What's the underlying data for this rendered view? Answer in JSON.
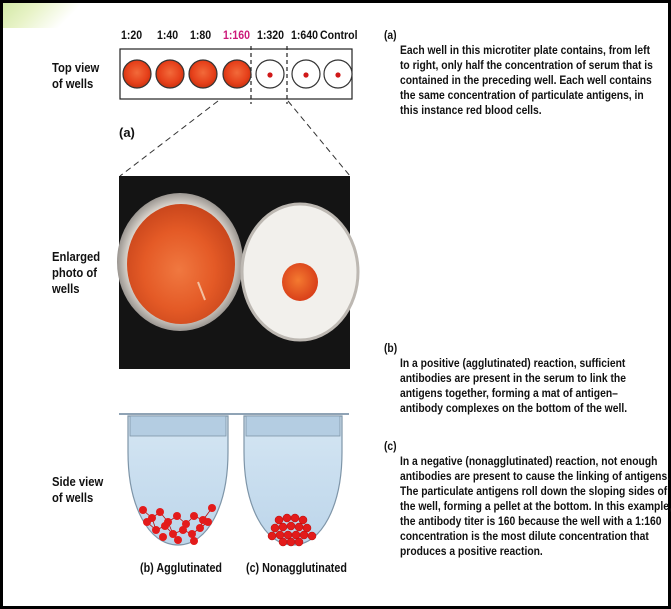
{
  "dilutions": [
    "1:20",
    "1:40",
    "1:80",
    "1:160",
    "1:320",
    "1:640",
    "Control"
  ],
  "highlight_color": "#cc1a7a",
  "left_labels": {
    "top_view": [
      "Top view",
      "of wells"
    ],
    "enlarged_photo": [
      "Enlarged",
      "photo of",
      "wells"
    ],
    "side_view": [
      "Side view",
      "of wells"
    ]
  },
  "panel_a_tag": "(a)",
  "side_captions": {
    "agglutinated": "(b)  Agglutinated",
    "nonagglutinated": "(c)  Nonagglutinated"
  },
  "paragraphs": {
    "a": {
      "letter": "(a)",
      "lines": [
        "Each well in this microtiter plate contains, from left",
        "to right, only half the concentration of serum that is",
        "contained in the preceding well. Each well contains",
        "the same concentration of particulate antigens, in",
        "this instance red blood cells."
      ]
    },
    "b": {
      "letter": "(b)",
      "lines": [
        "In a positive (agglutinated) reaction, sufficient",
        "antibodies are present in the serum to link the",
        "antigens together, forming a mat of antigen–",
        "antibody complexes on the bottom of the well."
      ]
    },
    "c": {
      "letter": "(c)",
      "lines": [
        "In a negative (nonagglutinated) reaction, not enough",
        "antibodies are present to cause the linking of antigens.",
        "The particulate antigens roll down the sloping sides of",
        "the well, forming a pellet at the bottom. In this example,",
        "the antibody titer is 160 because the well with a 1:160",
        "concentration is the most dilute concentration that",
        "produces a positive reaction."
      ]
    }
  },
  "colors": {
    "well_red": "#e8421c",
    "pellet_red": "#e01818",
    "side_well_fill": "#c9dff0",
    "side_well_top": "#a9c8e0"
  }
}
